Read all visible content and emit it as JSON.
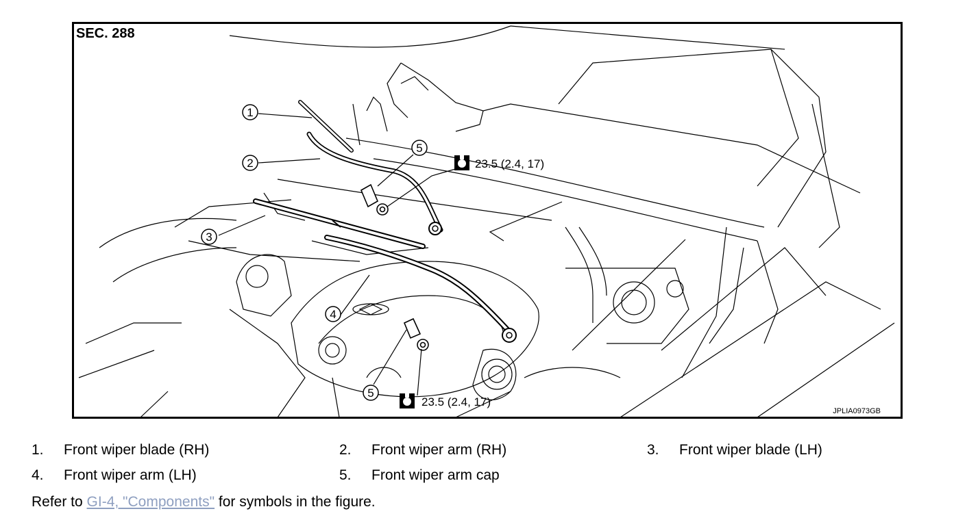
{
  "figure": {
    "section_label": "SEC. 288",
    "figure_id": "JPLIA0973GB",
    "callouts": [
      "1",
      "2",
      "3",
      "4",
      "5",
      "5"
    ],
    "torque_top": "23.5 (2.4, 17)",
    "torque_bottom": "23.5 (2.4, 17)"
  },
  "legend": [
    {
      "num": "1.",
      "label": "Front wiper blade (RH)"
    },
    {
      "num": "2.",
      "label": "Front wiper arm (RH)"
    },
    {
      "num": "3.",
      "label": "Front wiper blade (LH)"
    },
    {
      "num": "4.",
      "label": "Front wiper arm (LH)"
    },
    {
      "num": "5.",
      "label": "Front wiper arm cap"
    }
  ],
  "note": {
    "prefix": "Refer to ",
    "link_text": "GI-4, \"Components\"",
    "suffix": " for symbols in the figure."
  }
}
